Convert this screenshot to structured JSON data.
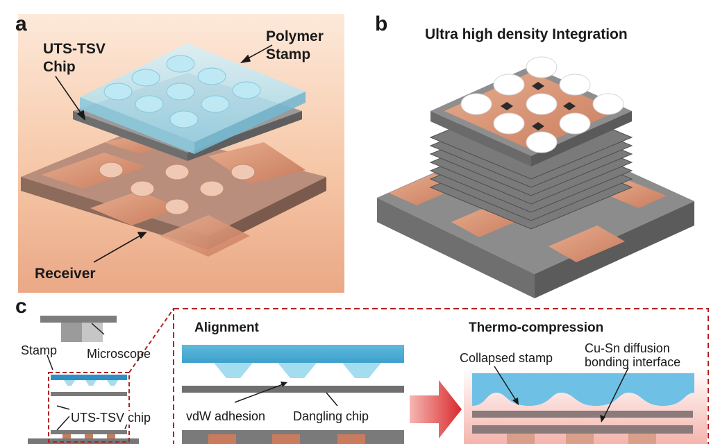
{
  "panels": {
    "a": {
      "letter": "a",
      "polymer_stamp": [
        "Polymer",
        "Stamp"
      ],
      "uts_tsv_chip": [
        "UTS-TSV",
        "Chip"
      ],
      "receiver": "Receiver"
    },
    "b": {
      "letter": "b",
      "title": "Ultra high density Integration"
    },
    "c": {
      "letter": "c",
      "stamp": "Stamp",
      "microscope": "Microscope",
      "uts_tsv_chip": "UTS-TSV chip",
      "alignment": {
        "title": "Alignment",
        "vdw_adhesion": "vdW adhesion",
        "dangling_chip": "Dangling chip"
      },
      "thermo": {
        "title": "Thermo-compression",
        "collapsed_stamp": "Collapsed stamp",
        "cu_sn": [
          "Cu-Sn diffusion",
          "bonding interface"
        ]
      }
    }
  },
  "colors": {
    "copper": "#d99a7a",
    "gray_chip": "#8a8a8a",
    "stamp_blue": "#7fcbe6",
    "dashed_red": "#b22222",
    "arrow_red": "#d9292b"
  }
}
